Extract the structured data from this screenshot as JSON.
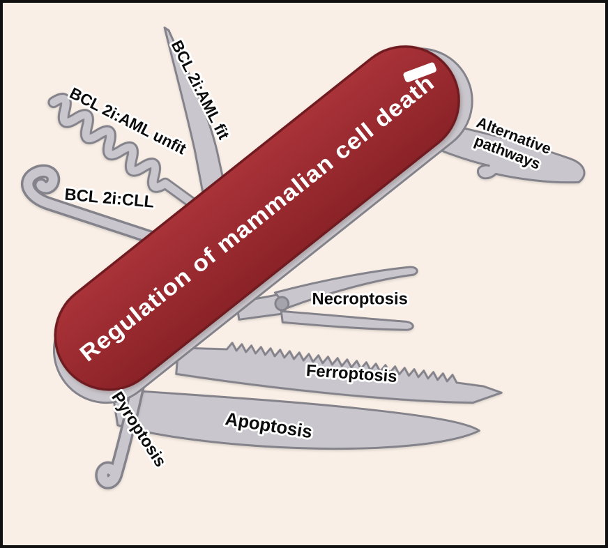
{
  "figure": {
    "type": "diagram",
    "background": "#f9efe6",
    "border_color": "#111111",
    "label_color": "#0c0c0c",
    "label_halo_color": "#ffffff",
    "knife": {
      "body_label": "Regulation of mammalian cell death",
      "body_color": "#a93339",
      "body_color_dark": "#8a2227",
      "body_outline": "#6f1b20",
      "body_text_color": "#ffffff",
      "tool_color": "#c9c7cd",
      "tool_outline": "#84828a",
      "glint_color": "#ffffff"
    },
    "labels": {
      "bcl2i_aml_unfit": "BCL 2i:AML unfit",
      "bcl2i_aml_fit": "BCL 2i:AML fit",
      "bcl2i_cll": "BCL 2i:CLL",
      "alternative_line1": "Alternative",
      "alternative_line2": "pathways",
      "necroptosis": "Necroptosis",
      "ferroptosis": "Ferroptosis",
      "apoptosis": "Apoptosis",
      "pyroptosis": "Pyroptosis"
    }
  }
}
